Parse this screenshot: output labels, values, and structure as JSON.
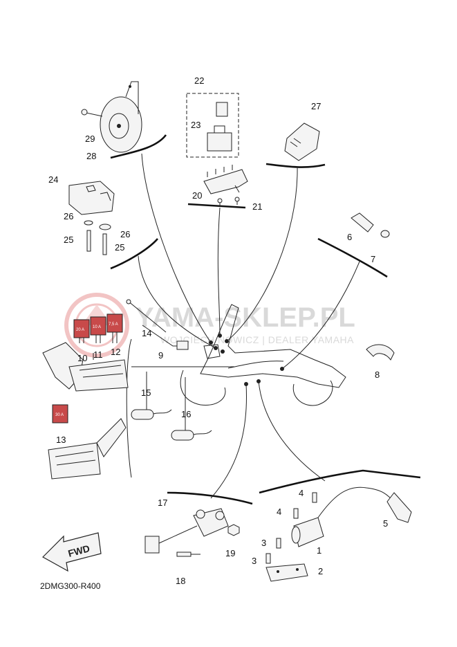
{
  "watermark": {
    "site": "YAMA-SKLEP.PL",
    "dealer": "WOJCIECH NOWICZ | DEALER YAMAHA"
  },
  "diagram_code": "2DMG300-R400",
  "direction_arrow": "FWD",
  "fuse_labels": {
    "fuse_10": "20 A",
    "fuse_11": "10 A",
    "fuse_12": "7,5 A",
    "fuse_13": "30 A"
  },
  "callouts": {
    "n1": "1",
    "n2": "2",
    "n3a": "3",
    "n3b": "3",
    "n4a": "4",
    "n4b": "4",
    "n5": "5",
    "n6": "6",
    "n7": "7",
    "n8": "8",
    "n9": "9",
    "n10": "10",
    "n11": "11",
    "n12": "12",
    "n13": "13",
    "n14": "14",
    "n15": "15",
    "n16": "16",
    "n17": "17",
    "n18": "18",
    "n19": "19",
    "n20": "20",
    "n21": "21",
    "n22": "22",
    "n23": "23",
    "n24": "24",
    "n25a": "25",
    "n25b": "25",
    "n26a": "26",
    "n26b": "26",
    "n27": "27",
    "n28": "28",
    "n29": "29"
  },
  "colors": {
    "line": "#222222",
    "watermark": "#d9d9d9",
    "logo_red": "#f2c4c4"
  }
}
